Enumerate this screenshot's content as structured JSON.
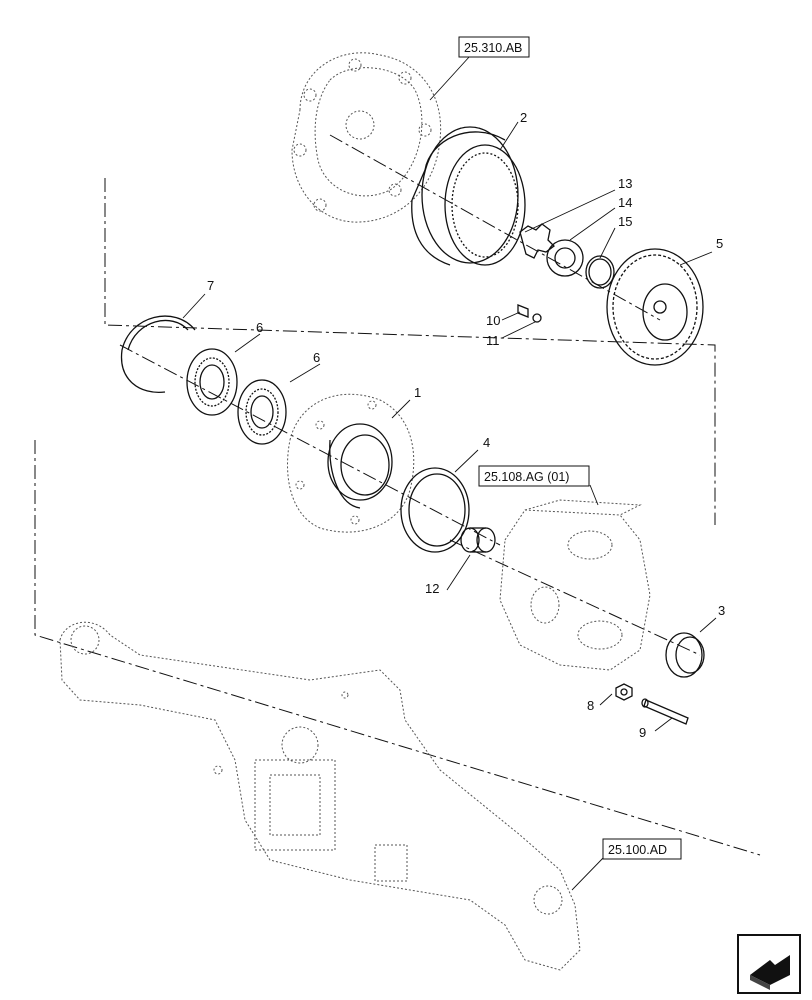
{
  "references": [
    {
      "id": "ref-top",
      "text": "25.310.AB"
    },
    {
      "id": "ref-mid",
      "text": "25.108.AG (01)"
    },
    {
      "id": "ref-bottom",
      "text": "25.100.AD"
    }
  ],
  "callouts": [
    {
      "id": "c1",
      "text": "1"
    },
    {
      "id": "c2",
      "text": "2"
    },
    {
      "id": "c3",
      "text": "3"
    },
    {
      "id": "c4",
      "text": "4"
    },
    {
      "id": "c5",
      "text": "5"
    },
    {
      "id": "c6a",
      "text": "6"
    },
    {
      "id": "c6b",
      "text": "6"
    },
    {
      "id": "c7",
      "text": "7"
    },
    {
      "id": "c8",
      "text": "8"
    },
    {
      "id": "c9",
      "text": "9"
    },
    {
      "id": "c10",
      "text": "10"
    },
    {
      "id": "c11",
      "text": "11"
    },
    {
      "id": "c12",
      "text": "12"
    },
    {
      "id": "c13",
      "text": "13"
    },
    {
      "id": "c14",
      "text": "14"
    },
    {
      "id": "c15",
      "text": "15"
    }
  ],
  "nav_icon": "next-page-arrow-icon"
}
